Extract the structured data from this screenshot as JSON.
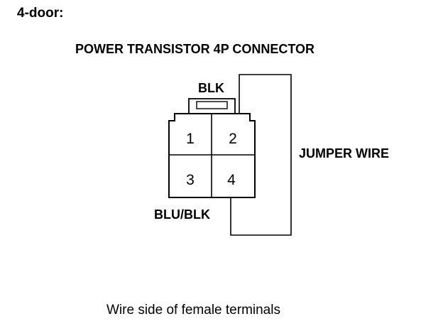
{
  "header": {
    "variant": "4-door:",
    "connector_title": "POWER TRANSISTOR 4P CONNECTOR"
  },
  "connector": {
    "terminals": [
      "1",
      "2",
      "3",
      "4"
    ],
    "wire_top": "BLK",
    "wire_bottom": "BLU/BLK"
  },
  "jumper": {
    "label": "JUMPER WIRE"
  },
  "caption": "Wire side of female terminals",
  "colors": {
    "ink": "#000000",
    "background": "#ffffff"
  }
}
